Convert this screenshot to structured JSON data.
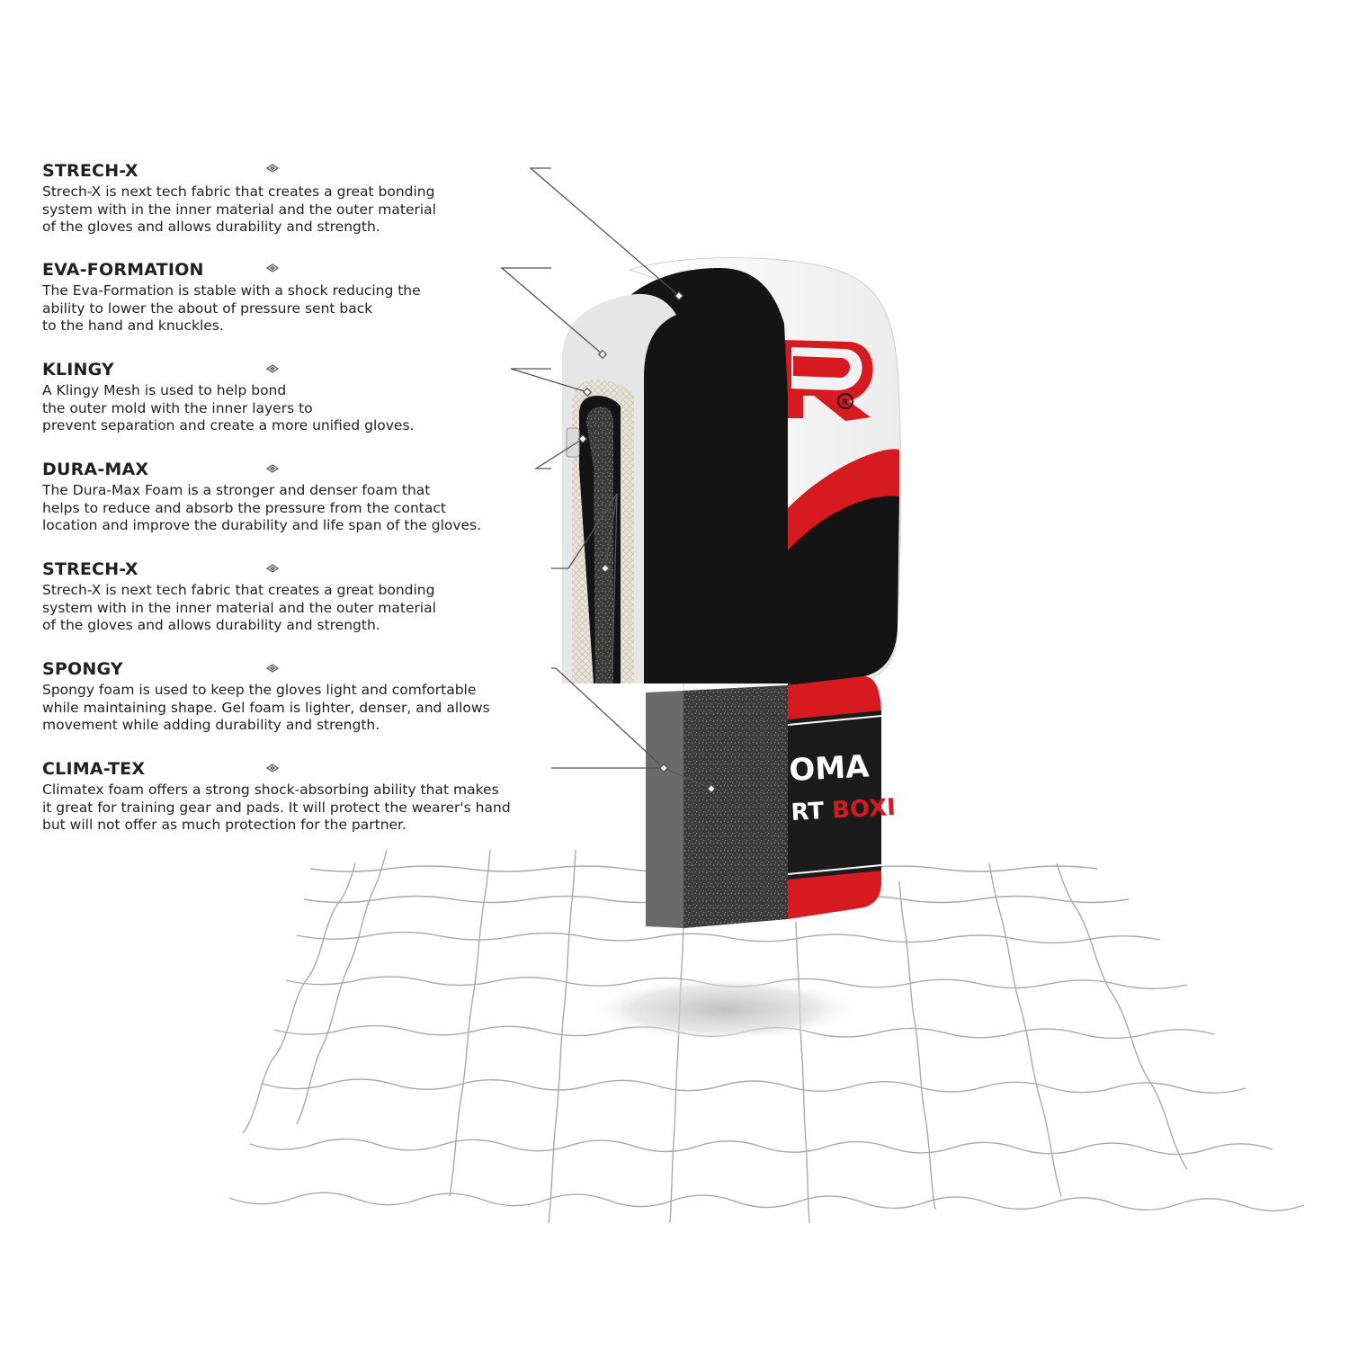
{
  "layers": [
    {
      "title": "STRECH-X",
      "description": "Strech-X is next tech fabric that creates a great bonding\nsystem with in the inner material and the outer material\nof the gloves and allows durability and strength."
    },
    {
      "title": "EVA-FORMATION",
      "description": "The Eva-Formation is stable with a shock reducing the\nability to lower the about of pressure sent back\nto the hand and knuckles."
    },
    {
      "title": "KLINGY",
      "description": "A Klingy Mesh is used to help bond\nthe outer mold with the inner layers to\nprevent separation and create a more unified gloves."
    },
    {
      "title": "DURA-MAX",
      "description": "The Dura-Max Foam is a stronger and denser foam that\nhelps to reduce and absorb the pressure from the contact\nlocation and improve the durability and life span of the gloves."
    },
    {
      "title": "STRECH-X",
      "description": "Strech-X is next tech fabric that creates a great bonding\nsystem with in the inner material and the outer material\nof the gloves and allows durability and strength."
    },
    {
      "title": "SPONGY",
      "description": "Spongy foam is used to keep the gloves light and comfortable\nwhile maintaining shape. Gel foam is lighter, denser, and allows\nmovement while adding durability and strength."
    },
    {
      "title": "CLIMA-TEX",
      "description": "Climatex foam offers a strong shock-absorbing ability that makes\nit great for training gear and pads. It will protect the wearer's hand\nbut will not offer as much protection for the partner."
    }
  ],
  "cuff_print": {
    "line1": "OMA",
    "line2_dark": "RT ",
    "line2_red": "BOXI"
  },
  "logo_letter": "R",
  "colors": {
    "text": "#231f20",
    "leader_line": "#555555",
    "glove_black": "#141414",
    "glove_red": "#d71920",
    "glove_white": "#ffffff",
    "foam_grey": "#3c3c3c",
    "inner_grey": "#e6e6e6",
    "floor_grid": "#a9a9a9",
    "shadow": "#cfcfcf"
  }
}
